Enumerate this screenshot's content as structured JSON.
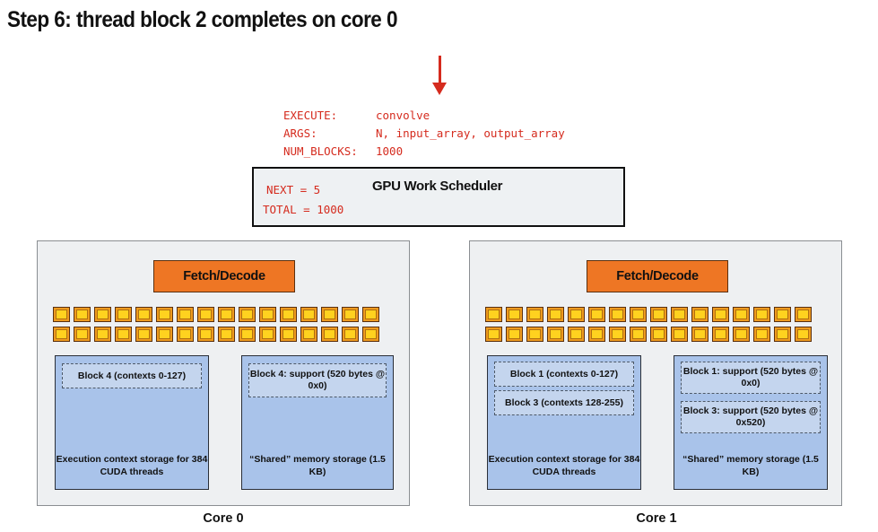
{
  "title": "Step 6: thread block 2 completes on core 0",
  "command": {
    "rows": [
      {
        "key": "EXECUTE:",
        "value": "convolve"
      },
      {
        "key": "ARGS:",
        "value": "N, input_array, output_array"
      },
      {
        "key": "NUM_BLOCKS:",
        "value": "1000"
      }
    ]
  },
  "scheduler": {
    "name": "GPU Work Scheduler",
    "next": "NEXT = 5",
    "total": "TOTAL = 1000"
  },
  "cores": [
    {
      "label": "Core 0",
      "fetch": "Fetch/Decode",
      "exec_slots": [
        "Block 4 (contexts 0-127)"
      ],
      "exec_desc": "Execution context storage for 384 CUDA threads",
      "shared_slots": [
        "Block 4: support (520 bytes @ 0x0)"
      ],
      "shared_desc": "“Shared” memory storage (1.5 KB)"
    },
    {
      "label": "Core 1",
      "fetch": "Fetch/Decode",
      "exec_slots": [
        "Block 1 (contexts 0-127)",
        "Block 3 (contexts 128-255)"
      ],
      "exec_desc": "Execution context storage for 384 CUDA threads",
      "shared_slots": [
        "Block 1: support (520 bytes @ 0x0)",
        "Block 3: support (520 bytes @ 0x520)"
      ],
      "shared_desc": "“Shared” memory storage (1.5 KB)"
    }
  ],
  "colors": {
    "accent_red": "#d52b1e",
    "fetch_orange": "#ee7624",
    "alu_yellow": "#ffd21f",
    "storage_blue": "#a9c3ea"
  }
}
